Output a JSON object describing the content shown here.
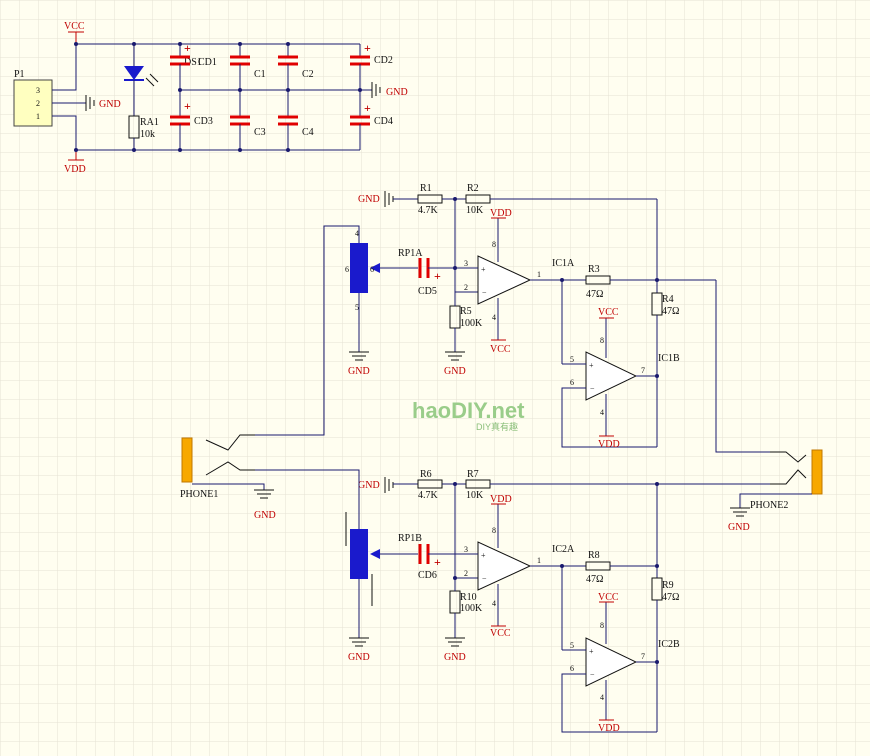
{
  "colors": {
    "background": "#fffef0",
    "grid": "#e6e2d4",
    "wire": "#1a1a6e",
    "power_label": "#c00000",
    "capacitor": "#e00000",
    "potentiometer": "#1a1acc",
    "connector": "#f7a800",
    "header": "#ffffc0"
  },
  "labels": {
    "vcc": "VCC",
    "vdd": "VDD",
    "gnd": "GND",
    "p1": "P1",
    "p1_pin3": "3",
    "p1_pin2": "2",
    "p1_pin1": "1",
    "ds1": "DS1",
    "ra1": "RA1",
    "ra1_val": "10k",
    "cd1": "CD1",
    "cd2": "CD2",
    "cd3": "CD3",
    "cd4": "CD4",
    "c1": "C1",
    "c2": "C2",
    "c3": "C3",
    "c4": "C4",
    "r1": "R1",
    "r1_val": "4.7K",
    "r2": "R2",
    "r2_val": "10K",
    "r3": "R3",
    "r3_val": "47Ω",
    "r4": "R4",
    "r4_val": "47Ω",
    "r5": "R5",
    "r5_val": "100K",
    "r6": "R6",
    "r6_val": "4.7K",
    "r7": "R7",
    "r7_val": "10K",
    "r8": "R8",
    "r8_val": "47Ω",
    "r9": "R9",
    "r9_val": "47Ω",
    "r10": "R10",
    "r10_val": "100K",
    "rp1a": "RP1A",
    "rp1b": "RP1B",
    "cd5": "CD5",
    "cd6": "CD6",
    "ic1a": "IC1A",
    "ic1b": "IC1B",
    "ic2a": "IC2A",
    "ic2b": "IC2B",
    "phone1": "PHONE1",
    "phone2": "PHONE2",
    "plus": "+",
    "minus": "−",
    "pin1": "1",
    "pin2": "2",
    "pin3": "3",
    "pin4": "4",
    "pin5": "5",
    "pin6": "6",
    "pin7": "7",
    "pin8": "8",
    "pin_s": "5"
  },
  "watermark": {
    "brand": "haoDIY.net",
    "sub": "DIY真有趣"
  }
}
